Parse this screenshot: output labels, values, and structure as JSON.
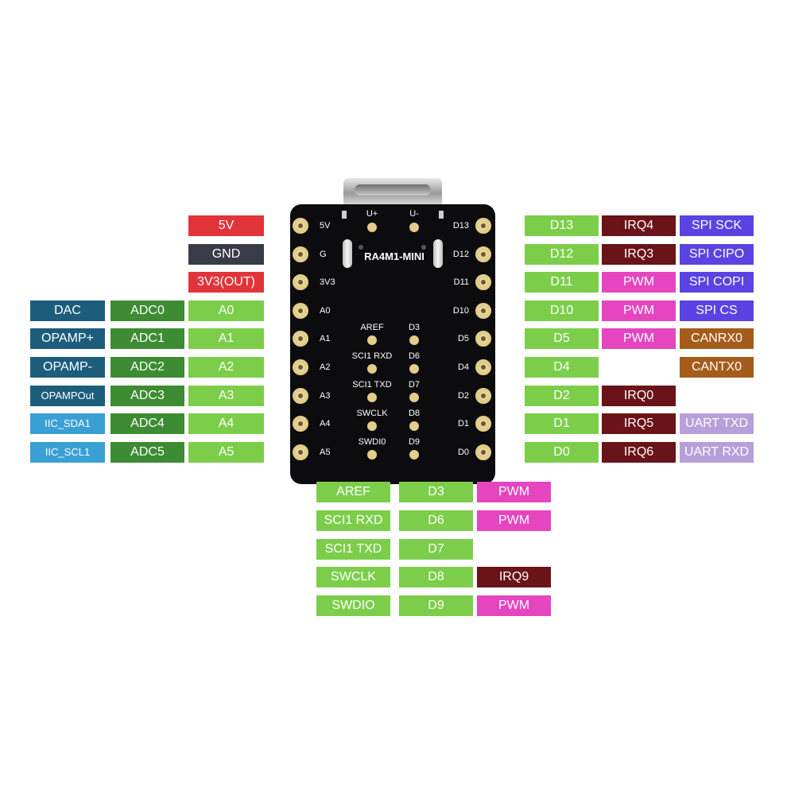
{
  "colors": {
    "power": "#e1343a",
    "ground": "#383c48",
    "pin": "#7cce4a",
    "adc": "#3d8c33",
    "dark_teal": "#1c5d7c",
    "light_blue": "#3aa0d4",
    "irq": "#6a1318",
    "pwm": "#e545bf",
    "spi": "#5943e3",
    "can": "#a55c1b",
    "uart": "#b7a0da",
    "board": "#0c0c0f",
    "pad": "#e2cd8a"
  },
  "board": {
    "title": "RA4M1-MINI",
    "usb_labels": [
      "U+",
      "U-"
    ],
    "left_pins": [
      "5V",
      "G",
      "3V3",
      "A0",
      "A1",
      "A2",
      "A3",
      "A4",
      "A5"
    ],
    "right_pins": [
      "D13",
      "D12",
      "D11",
      "D10",
      "D5",
      "D4",
      "D2",
      "D1",
      "D0"
    ],
    "center_left": [
      "AREF",
      "SCI1 RXD",
      "SCI1 TXD",
      "SWCLK",
      "SWDI0"
    ],
    "center_right": [
      "D3",
      "D6",
      "D7",
      "D8",
      "D9"
    ]
  },
  "left_rows": [
    {
      "pin": "5V",
      "pin_color": "power",
      "adc": null,
      "extra": null
    },
    {
      "pin": "GND",
      "pin_color": "ground",
      "adc": null,
      "extra": null
    },
    {
      "pin": "3V3(OUT)",
      "pin_color": "power",
      "adc": null,
      "extra": null
    },
    {
      "pin": "A0",
      "pin_color": "pin",
      "adc": "ADC0",
      "extra": "DAC",
      "extra_color": "dark_teal"
    },
    {
      "pin": "A1",
      "pin_color": "pin",
      "adc": "ADC1",
      "extra": "OPAMP+",
      "extra_color": "dark_teal"
    },
    {
      "pin": "A2",
      "pin_color": "pin",
      "adc": "ADC2",
      "extra": "OPAMP-",
      "extra_color": "dark_teal"
    },
    {
      "pin": "A3",
      "pin_color": "pin",
      "adc": "ADC3",
      "extra": "OPAMPOut",
      "extra_color": "dark_teal"
    },
    {
      "pin": "A4",
      "pin_color": "pin",
      "adc": "ADC4",
      "extra": "IIC_SDA1",
      "extra_color": "light_blue"
    },
    {
      "pin": "A5",
      "pin_color": "pin",
      "adc": "ADC5",
      "extra": "IIC_SCL1",
      "extra_color": "light_blue"
    }
  ],
  "right_rows": [
    {
      "pin": "D13",
      "func1": "IRQ4",
      "func1_color": "irq",
      "func2": "SPI  SCK",
      "func2_color": "spi"
    },
    {
      "pin": "D12",
      "func1": "IRQ3",
      "func1_color": "irq",
      "func2": "SPI  CIPO",
      "func2_color": "spi"
    },
    {
      "pin": "D11",
      "func1": "PWM",
      "func1_color": "pwm",
      "func2": "SPI  COPI",
      "func2_color": "spi"
    },
    {
      "pin": "D10",
      "func1": "PWM",
      "func1_color": "pwm",
      "func2": "SPI    CS",
      "func2_color": "spi"
    },
    {
      "pin": "D5",
      "func1": "PWM",
      "func1_color": "pwm",
      "func2": "CANRX0",
      "func2_color": "can"
    },
    {
      "pin": "D4",
      "func1": null,
      "func2": "CANTX0",
      "func2_color": "can"
    },
    {
      "pin": "D2",
      "func1": "IRQ0",
      "func1_color": "irq",
      "func2": null
    },
    {
      "pin": "D1",
      "func1": "IRQ5",
      "func1_color": "irq",
      "func2": "UART TXD",
      "func2_color": "uart"
    },
    {
      "pin": "D0",
      "func1": "IRQ6",
      "func1_color": "irq",
      "func2": "UART RXD",
      "func2_color": "uart"
    }
  ],
  "bottom_rows": [
    {
      "label": "AREF",
      "pin": "D3",
      "func": "PWM",
      "func_color": "pwm"
    },
    {
      "label": "SCI1 RXD",
      "pin": "D6",
      "func": "PWM",
      "func_color": "pwm"
    },
    {
      "label": "SCI1 TXD",
      "pin": "D7",
      "func": null
    },
    {
      "label": "SWCLK",
      "pin": "D8",
      "func": "IRQ9",
      "func_color": "irq"
    },
    {
      "label": "SWDIO",
      "pin": "D9",
      "func": "PWM",
      "func_color": "pwm"
    }
  ]
}
